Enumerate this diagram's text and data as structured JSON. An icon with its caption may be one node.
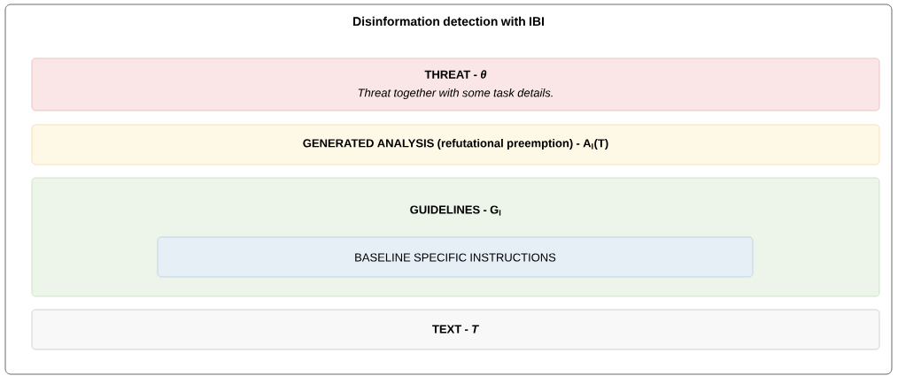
{
  "diagram": {
    "nodes": [
      {
        "text": [
          "Disinformation detection with IBI"
        ]
      },
      {
        "text": [
          "THREAT - *θ*",
          "Threat together with some task details."
        ],
        "in": 0
      },
      {
        "text": [
          "GENERATED ANALYSIS (refutational preemption) - A$_{I}$(T)"
        ],
        "in": 0
      },
      {
        "text": [
          "GUIDELINES - G$_{I}$"
        ],
        "in": 0
      },
      {
        "text": [
          "BASELINE SPECIFIC INSTRUCTIONS"
        ],
        "in": 3
      },
      {
        "text": [
          "TEXT - *T*"
        ],
        "in": 0
      }
    ]
  }
}
